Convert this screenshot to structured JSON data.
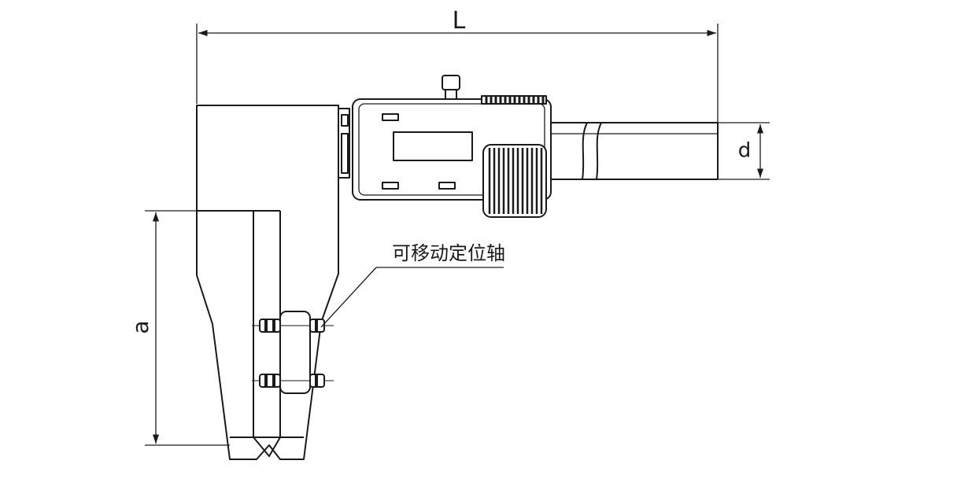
{
  "labels": {
    "length": "L",
    "depth": "d",
    "jaw_height": "a",
    "pivot_callout": "可移动定位轴"
  }
}
